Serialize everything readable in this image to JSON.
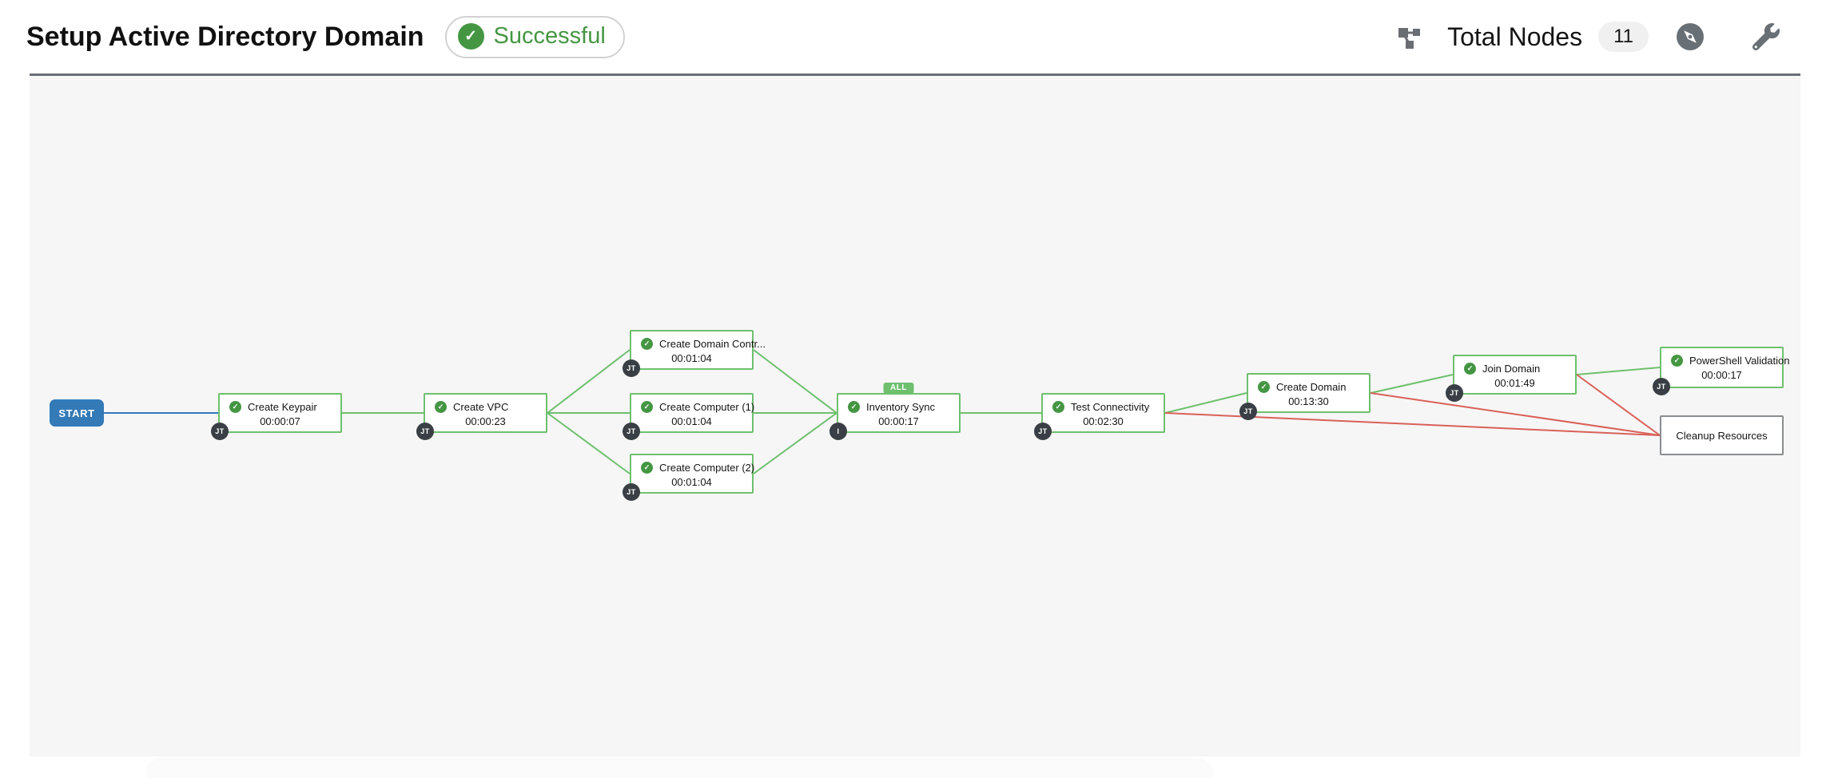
{
  "header": {
    "title": "Setup Active Directory Domain",
    "status": {
      "label": "Successful",
      "icon": "check-circle-icon"
    },
    "toolbar": {
      "sitemap_icon": "sitemap-icon",
      "total_nodes_label": "Total Nodes",
      "total_nodes_count": "11",
      "compass_icon": "compass-icon",
      "wrench_icon": "wrench-icon"
    }
  },
  "colors": {
    "green": "#6ec06e",
    "check_green": "#459643",
    "red": "#d96159",
    "blue": "#337ab7",
    "badge_dark": "#393f44",
    "canvas_bg": "#f6f6f6"
  },
  "workflow": {
    "start_label": "START",
    "nodes": [
      {
        "id": "keypair",
        "label": "Create Keypair",
        "time": "00:00:07",
        "badge": "JT",
        "status": "success"
      },
      {
        "id": "vpc",
        "label": "Create VPC",
        "time": "00:00:23",
        "badge": "JT",
        "status": "success"
      },
      {
        "id": "dc",
        "label": "Create Domain Contr...",
        "time": "00:01:04",
        "badge": "JT",
        "status": "success"
      },
      {
        "id": "comp1",
        "label": "Create Computer (1)",
        "time": "00:01:04",
        "badge": "JT",
        "status": "success"
      },
      {
        "id": "comp2",
        "label": "Create Computer (2)",
        "time": "00:01:04",
        "badge": "JT",
        "status": "success"
      },
      {
        "id": "inv",
        "label": "Inventory Sync",
        "time": "00:00:17",
        "badge": "I",
        "status": "success",
        "all_badge": "ALL"
      },
      {
        "id": "test",
        "label": "Test Connectivity",
        "time": "00:02:30",
        "badge": "JT",
        "status": "success"
      },
      {
        "id": "domain",
        "label": "Create Domain",
        "time": "00:13:30",
        "badge": "JT",
        "status": "success"
      },
      {
        "id": "join",
        "label": "Join Domain",
        "time": "00:01:49",
        "badge": "JT",
        "status": "success"
      },
      {
        "id": "psv",
        "label": "PowerShell Validation",
        "time": "00:00:17",
        "badge": "JT",
        "status": "success"
      },
      {
        "id": "cleanup",
        "label": "Cleanup Resources",
        "time": "",
        "badge": "",
        "status": "plain"
      }
    ],
    "edges": [
      {
        "from": "start",
        "to": "keypair",
        "status": "always"
      },
      {
        "from": "keypair",
        "to": "vpc",
        "status": "success"
      },
      {
        "from": "vpc",
        "to": "dc",
        "status": "success"
      },
      {
        "from": "vpc",
        "to": "comp1",
        "status": "success"
      },
      {
        "from": "vpc",
        "to": "comp2",
        "status": "success"
      },
      {
        "from": "dc",
        "to": "inv",
        "status": "success"
      },
      {
        "from": "comp1",
        "to": "inv",
        "status": "success"
      },
      {
        "from": "comp2",
        "to": "inv",
        "status": "success"
      },
      {
        "from": "inv",
        "to": "test",
        "status": "success"
      },
      {
        "from": "test",
        "to": "domain",
        "status": "success"
      },
      {
        "from": "test",
        "to": "cleanup",
        "status": "failure"
      },
      {
        "from": "domain",
        "to": "join",
        "status": "success"
      },
      {
        "from": "domain",
        "to": "cleanup",
        "status": "failure"
      },
      {
        "from": "join",
        "to": "psv",
        "status": "success"
      },
      {
        "from": "join",
        "to": "cleanup",
        "status": "failure"
      }
    ]
  }
}
